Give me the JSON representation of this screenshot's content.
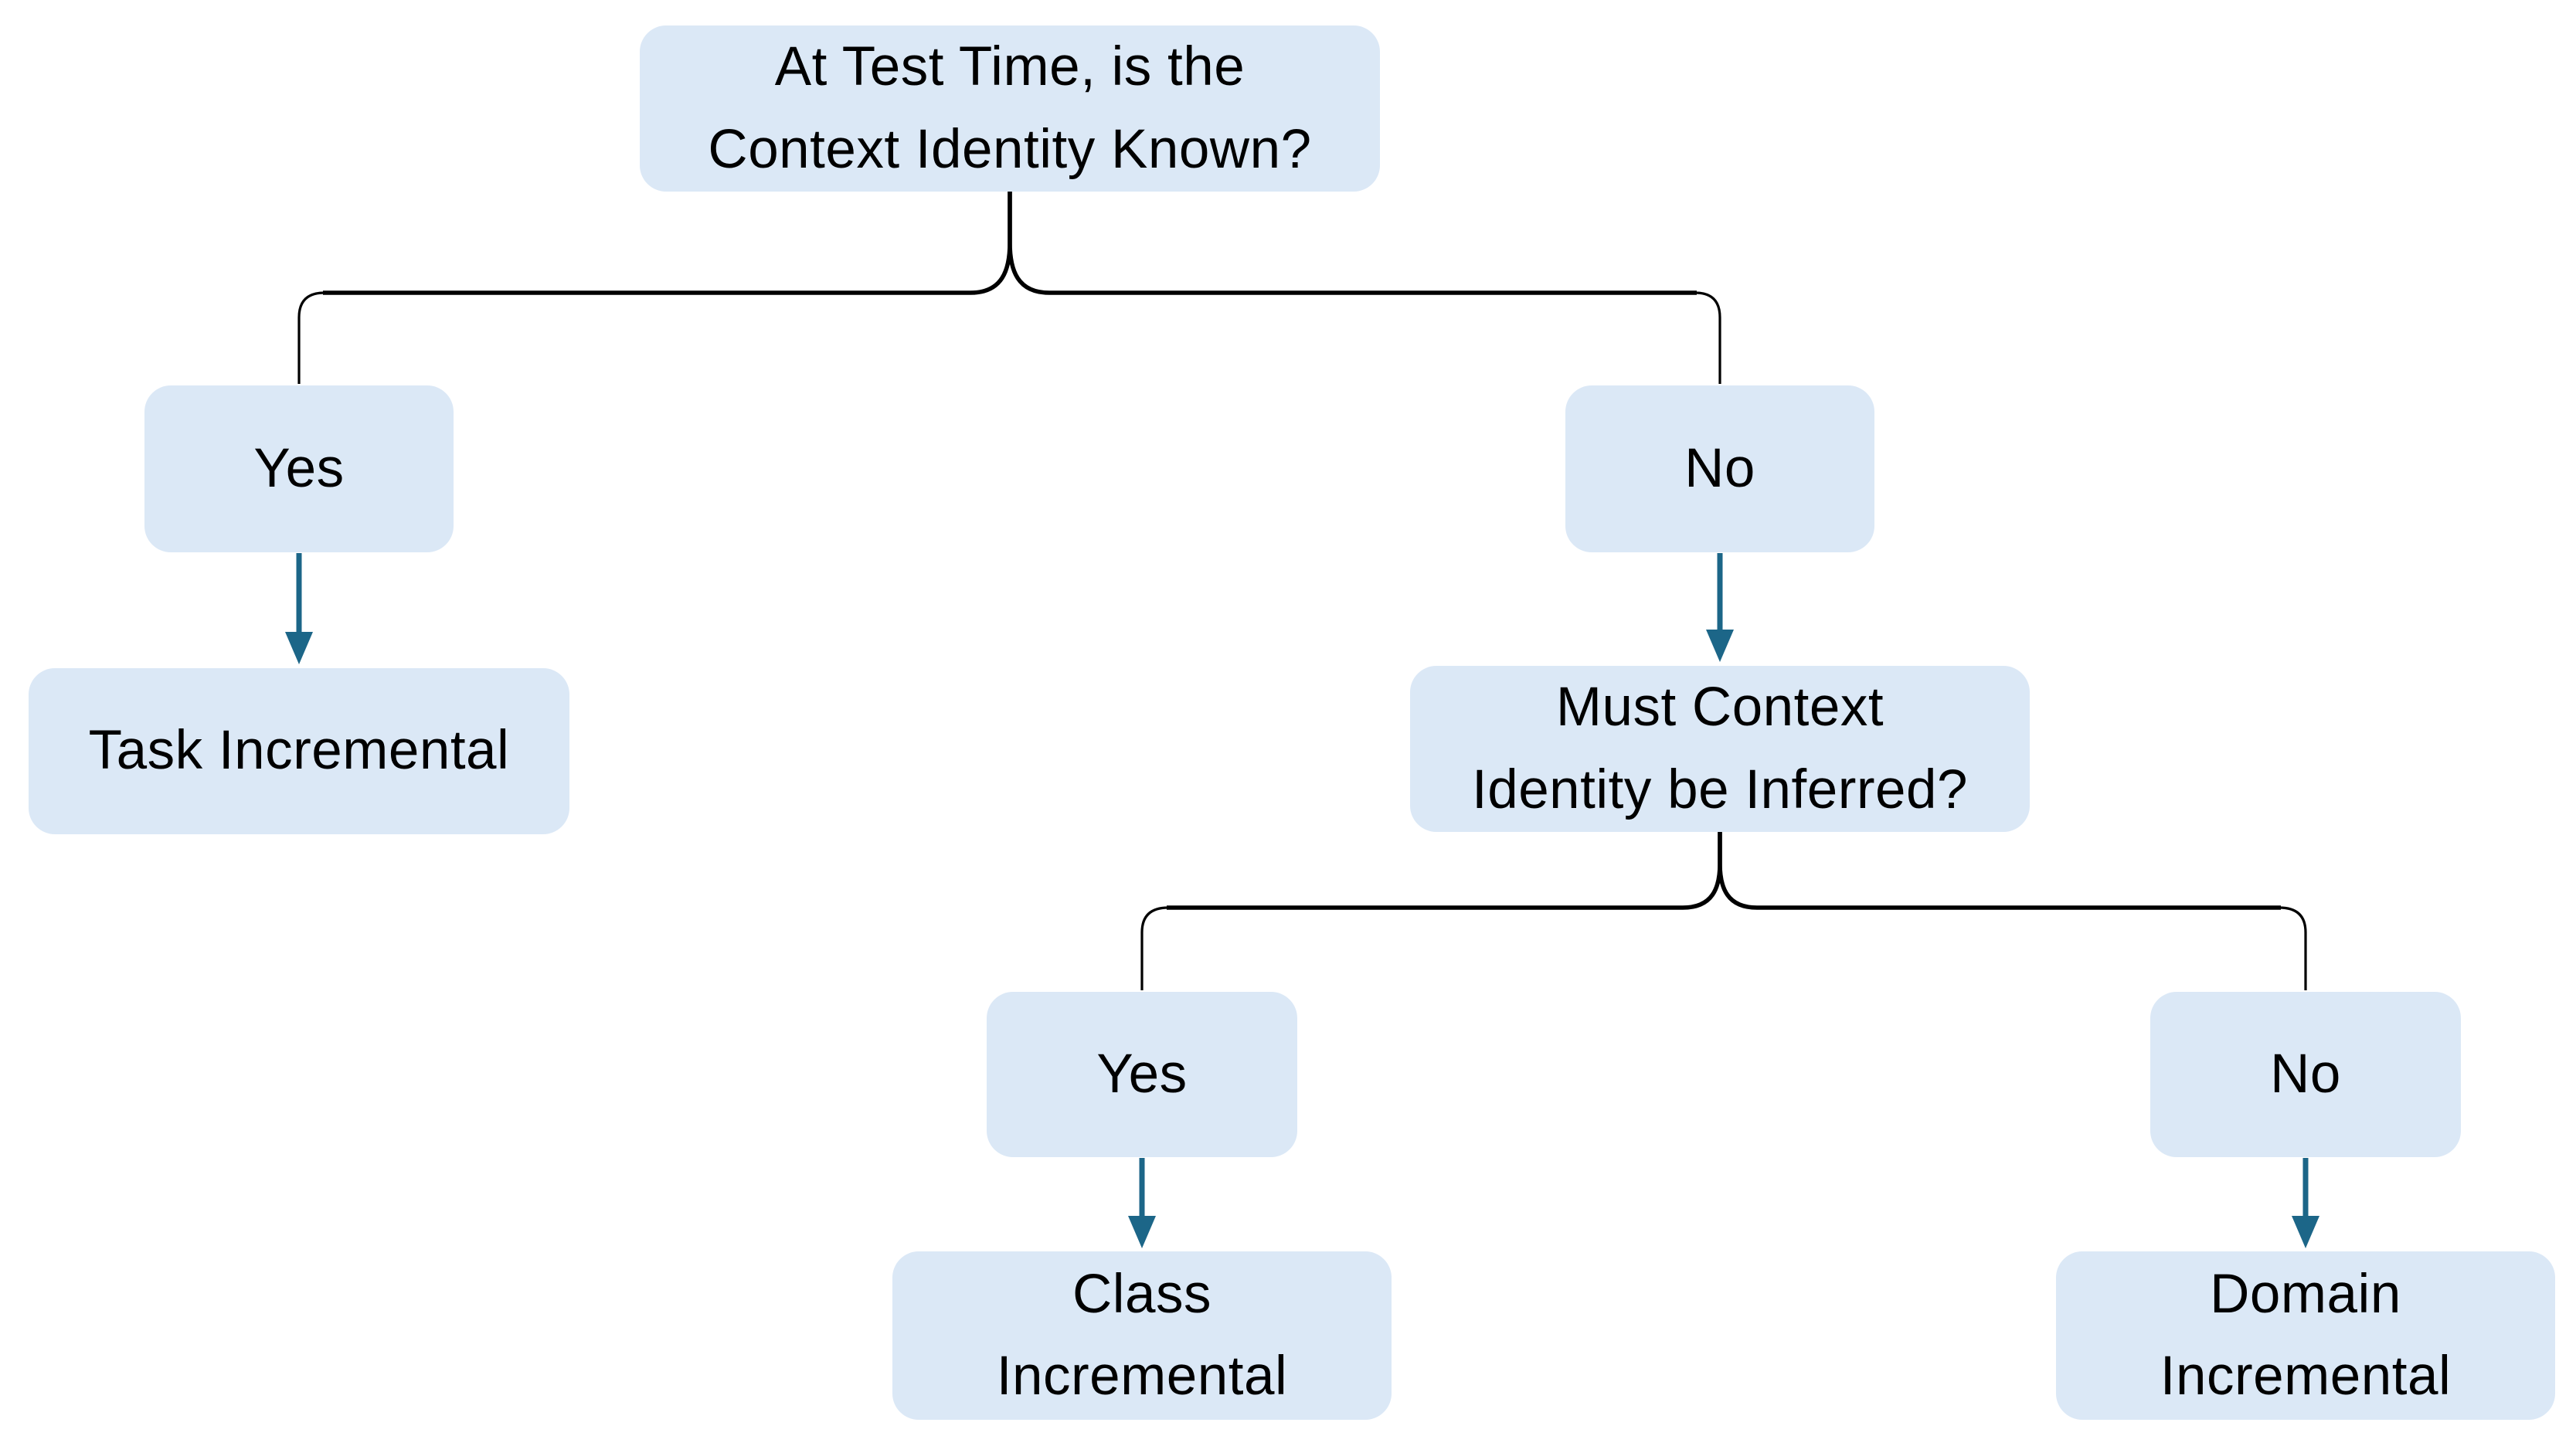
{
  "diagram": {
    "type": "decision-tree-flowchart",
    "colors": {
      "node_fill": "#dbe8f6",
      "node_text": "#000000",
      "connector": "#000000",
      "arrow": "#1c6688",
      "background": "#ffffff"
    },
    "nodes": {
      "root_question": {
        "label": "At Test Time, is the\nContext Identity Known?",
        "role": "question"
      },
      "yes_1": {
        "label": "Yes",
        "role": "answer"
      },
      "no_1": {
        "label": "No",
        "role": "answer"
      },
      "task_incremental": {
        "label": "Task Incremental",
        "role": "outcome"
      },
      "question_2": {
        "label": "Must Context\nIdentity be Inferred?",
        "role": "question"
      },
      "yes_2": {
        "label": "Yes",
        "role": "answer"
      },
      "no_2": {
        "label": "No",
        "role": "answer"
      },
      "class_incremental": {
        "label": "Class\nIncremental",
        "role": "outcome"
      },
      "domain_incremental": {
        "label": "Domain\nIncremental",
        "role": "outcome"
      }
    },
    "edges": [
      {
        "from": "root_question",
        "to": "yes_1",
        "style": "brace-split"
      },
      {
        "from": "root_question",
        "to": "no_1",
        "style": "brace-split"
      },
      {
        "from": "yes_1",
        "to": "task_incremental",
        "style": "arrow"
      },
      {
        "from": "no_1",
        "to": "question_2",
        "style": "arrow"
      },
      {
        "from": "question_2",
        "to": "yes_2",
        "style": "brace-split"
      },
      {
        "from": "question_2",
        "to": "no_2",
        "style": "brace-split"
      },
      {
        "from": "yes_2",
        "to": "class_incremental",
        "style": "arrow"
      },
      {
        "from": "no_2",
        "to": "domain_incremental",
        "style": "arrow"
      }
    ]
  }
}
